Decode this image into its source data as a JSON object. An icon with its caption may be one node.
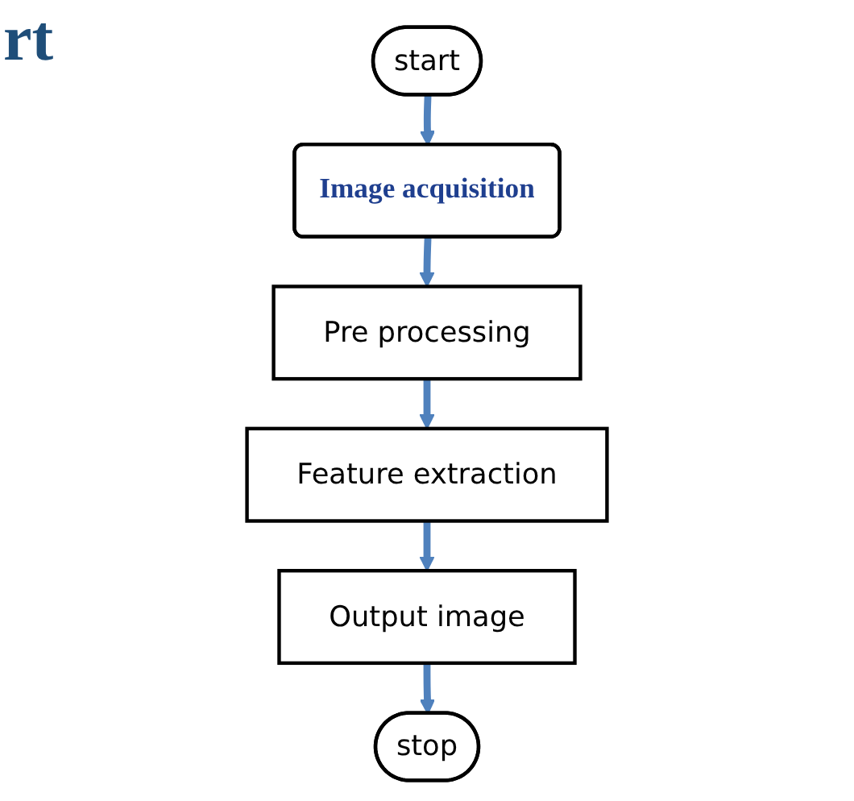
{
  "diagram": {
    "title": "rt",
    "nodes": [
      {
        "text": [
          "start"
        ]
      },
      {
        "text": [
          "Image acquisition"
        ]
      },
      {
        "text": [
          "Pre processing"
        ]
      },
      {
        "text": [
          "Feature extraction"
        ]
      },
      {
        "text": [
          "Output image"
        ]
      },
      {
        "text": [
          "stop"
        ]
      }
    ],
    "edges": [
      {
        "from": 0,
        "to": 1,
        "arrow": "to"
      },
      {
        "from": 1,
        "to": 2,
        "arrow": "to"
      },
      {
        "from": 2,
        "to": 3,
        "arrow": "to"
      },
      {
        "from": 3,
        "to": 4,
        "arrow": "to"
      },
      {
        "from": 4,
        "to": 5,
        "arrow": "to"
      }
    ]
  }
}
